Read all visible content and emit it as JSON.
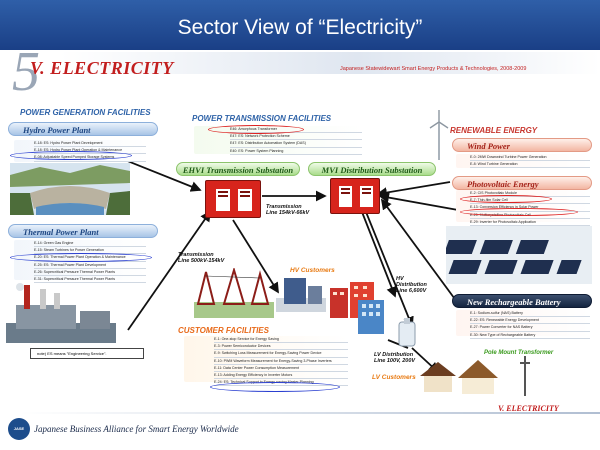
{
  "header": {
    "title": "Sector View of “Electricity”",
    "chapter_number": "5",
    "chapter_title": "V. ELECTRICITY",
    "subtitle": "Japanese Statewidewart Smart Energy Products & Technologies, 2008-2009"
  },
  "power_generation": {
    "title": "POWER GENERATION FACILITIES",
    "hydro": {
      "title": "Hydro Power Plant",
      "items": [
        "E-18: ES: Hydro Power Plant Development",
        "E-18: ES: Hydro Power Plant Operation & Maintenance",
        "E-08: Adjustable Speed Pumped Storage Systems"
      ]
    },
    "thermal": {
      "title": "Thermal Power Plant",
      "items": [
        "E-14: Green Gas Engine",
        "E-15: Steam Turbines for Power Generation",
        "E-20: ES: Thermal Power Plant Operation & Maintenance",
        "E-25: ES: Thermal Power Plant Development",
        "E-26: Supercritical Pressure Thermal Power Plants",
        "E-31: Supercritical Pressure Thermal Power Plants"
      ]
    },
    "note": "note)  ES means \"Engineering Service\"."
  },
  "power_transmission": {
    "title": "POWER TRANSMISSION FACILITIES",
    "items": [
      "E46: Amorphous Transformer",
      "E47: ES: Network Protection Scheme",
      "E47: ES: Distribution Automation System (DAS)",
      "E40: ES: Power System Planning"
    ],
    "ehv_title": "EHVI Transmission Substation",
    "mvi_title": "MVI Distribution Substation"
  },
  "diagram_labels": {
    "transmission_154": "Transmission\nLine 154kV-66kV",
    "transmission_500": "Transmission\nLine 500kV-154kV",
    "hv_customers": "HV Customers",
    "hv_distribution": "HV\nDistribution\nLine 6,600V",
    "lv_distribution": "LV Distribution\nLine 100V, 200V",
    "lv_customers": "LV Customers",
    "pole_mount": "Pole Mount Transformer"
  },
  "renewable": {
    "title": "RENEWABLE ENERGY",
    "wind": {
      "title": "Wind Power",
      "items": [
        "E-0: 2MW Downwind Turbine Power Generation",
        "E-8: Wind Turbine Generation"
      ]
    },
    "pv": {
      "title": "Photovoltaic Energy",
      "items": [
        "E-2: CIS Photovoltaic Module",
        "E-7: Thin-film Solar Cell",
        "E-13: Conversion Efficiency in Solar Power",
        "E-25: Multicrystalline Photovoltaic Cell",
        "E-29: Inverter for Photovoltaic Application"
      ]
    },
    "battery": {
      "title": "New Rechargeable Battery",
      "items": [
        "E-1: Sodium-sulfur (NAS) Battery",
        "E-22: ES: Renewable Energy Development",
        "E-27: Power Converter for NAS Battery",
        "E-30: New Type of Rechargeable Battery"
      ]
    }
  },
  "customer": {
    "title": "CUSTOMER FACILITIES",
    "items": [
      "E-1: One-stop Service for Energy Saving",
      "E-3: Power Semiconductor Devices",
      "E-9: Switching Loss Measurement for Energy-Saving Power Device",
      "E-10: PWM Waveform Measurement for Energy-Saving 3-Phase Inverters",
      "E-11: Data Center Power Consumption Measurement",
      "E-13: Adding Energy Efficiency in Inverter Motors",
      "E-24: ES: Technical Support in Energy-saving Master Planning"
    ]
  },
  "footer": {
    "chapter": "V. ELECTRICITY",
    "org": "Japanese Business Alliance for Smart Energy Worldwide",
    "logo": "JASE"
  }
}
